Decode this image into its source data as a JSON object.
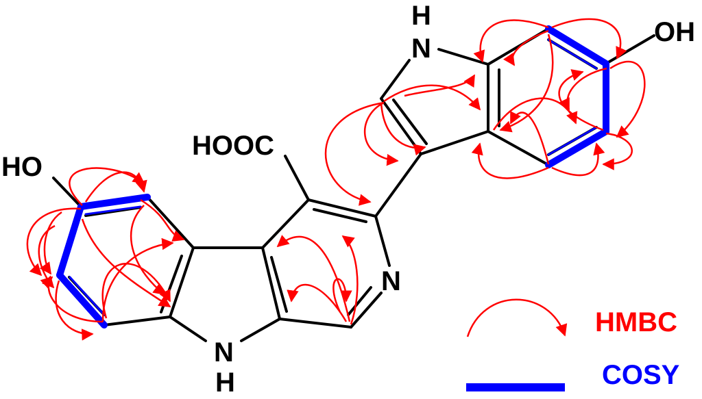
{
  "atoms": {
    "ho_left": "HO",
    "cooh": "HOOC",
    "n_pyridine": "N",
    "n_bottom": "N",
    "h_bottom": "H",
    "h_indole": "H",
    "n_indole": "N",
    "oh_right": "OH"
  },
  "legend": {
    "hmbc_label": "HMBC",
    "cosy_label": "COSY"
  },
  "colors": {
    "hmbc": "#ff0000",
    "cosy": "#0000ff",
    "bond": "#000000"
  }
}
